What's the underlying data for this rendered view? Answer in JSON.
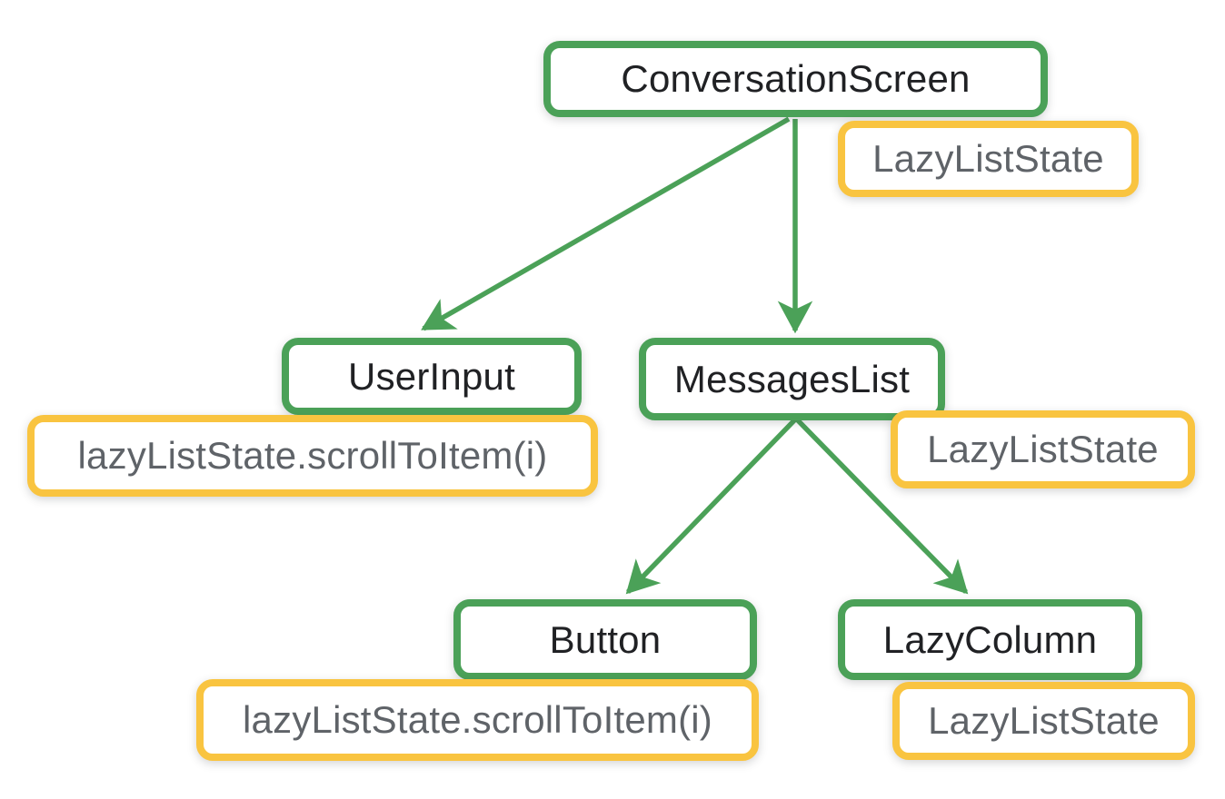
{
  "diagram": {
    "description": "Jetpack Compose state hoisting component tree",
    "colors": {
      "composable_border_green": "#4BA158",
      "state_border_yellow": "#F9C440",
      "composable_text": "#202124",
      "state_text": "#5F6368",
      "background": "#FFFFFF"
    },
    "nodes": {
      "conversationScreen": {
        "label": "ConversationScreen"
      },
      "userInput": {
        "label": "UserInput"
      },
      "messagesList": {
        "label": "MessagesList"
      },
      "button": {
        "label": "Button"
      },
      "lazyColumn": {
        "label": "LazyColumn"
      }
    },
    "stateLabels": {
      "conversationScreenState": {
        "label": "LazyListState"
      },
      "userInputCall": {
        "label": "lazyListState.scrollToItem(i)"
      },
      "messagesListState": {
        "label": "LazyListState"
      },
      "buttonCall": {
        "label": "lazyListState.scrollToItem(i)"
      },
      "lazyColumnState": {
        "label": "LazyListState"
      }
    },
    "edges": [
      {
        "from": "conversationScreen",
        "to": "userInput"
      },
      {
        "from": "conversationScreen",
        "to": "messagesList"
      },
      {
        "from": "messagesList",
        "to": "button"
      },
      {
        "from": "messagesList",
        "to": "lazyColumn"
      }
    ]
  }
}
